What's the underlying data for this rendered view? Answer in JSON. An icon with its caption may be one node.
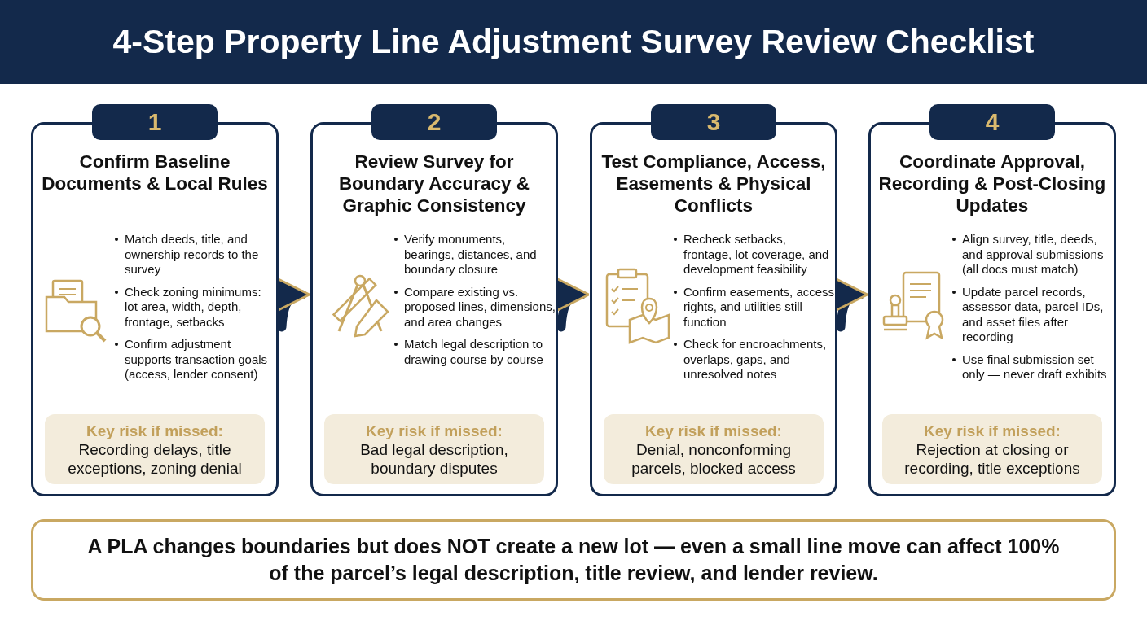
{
  "diagram": {
    "title": "4-Step Property Line Adjustment Survey Review Checklist",
    "nodes": [
      {
        "text": [
          "1",
          "Confirm Baseline Documents & Local Rules",
          "Match deeds, title, and ownership records to the survey",
          "Check zoning minimums: lot area, width, depth, frontage, setbacks",
          "Confirm adjustment supports transaction goals (access, lender consent)"
        ]
      },
      {
        "text": [
          "Key risk if missed:",
          "Recording delays, title exceptions, zoning denial"
        ],
        "in": 0
      },
      {
        "text": [
          "2",
          "Review Survey for Boundary Accuracy & Graphic Consistency",
          "Verify monuments, bearings, distances, and boundary closure",
          "Compare existing vs. proposed lines, dimensions, and area changes",
          "Match legal description to drawing course by course"
        ]
      },
      {
        "text": [
          "Key risk if missed:",
          "Bad legal description, boundary disputes"
        ],
        "in": 2
      },
      {
        "text": [
          "3",
          "Test Compliance, Access, Easements & Physical Conflicts",
          "Recheck setbacks, frontage, lot coverage, and development feasibility",
          "Confirm easements, access rights, and utilities still function",
          "Check for encroachments, overlaps, gaps, and unresolved notes"
        ]
      },
      {
        "text": [
          "Key risk if missed:",
          "Denial, nonconforming parcels, blocked access"
        ],
        "in": 4
      },
      {
        "text": [
          "4",
          "Coordinate Approval, Recording & Post-Closing Updates",
          "Align survey, title, deeds, and approval submissions (all docs must match)",
          "Update parcel records, assessor data, parcel IDs, and asset files after recording",
          "Use final submission set only — never draft exhibits"
        ]
      },
      {
        "text": [
          "Key risk if missed:",
          "Rejection at closing or recording, title exceptions"
        ],
        "in": 6
      },
      {
        "text": [
          "A PLA changes boundaries but does NOT create a new lot — even a small line move can affect 100% of the parcel’s legal description, title review, and lender review."
        ]
      }
    ],
    "edges": [
      {
        "from": 0,
        "to": 2,
        "arrow": "to"
      },
      {
        "from": 2,
        "to": 4,
        "arrow": "to"
      },
      {
        "from": 4,
        "to": 6,
        "arrow": "to"
      }
    ]
  }
}
